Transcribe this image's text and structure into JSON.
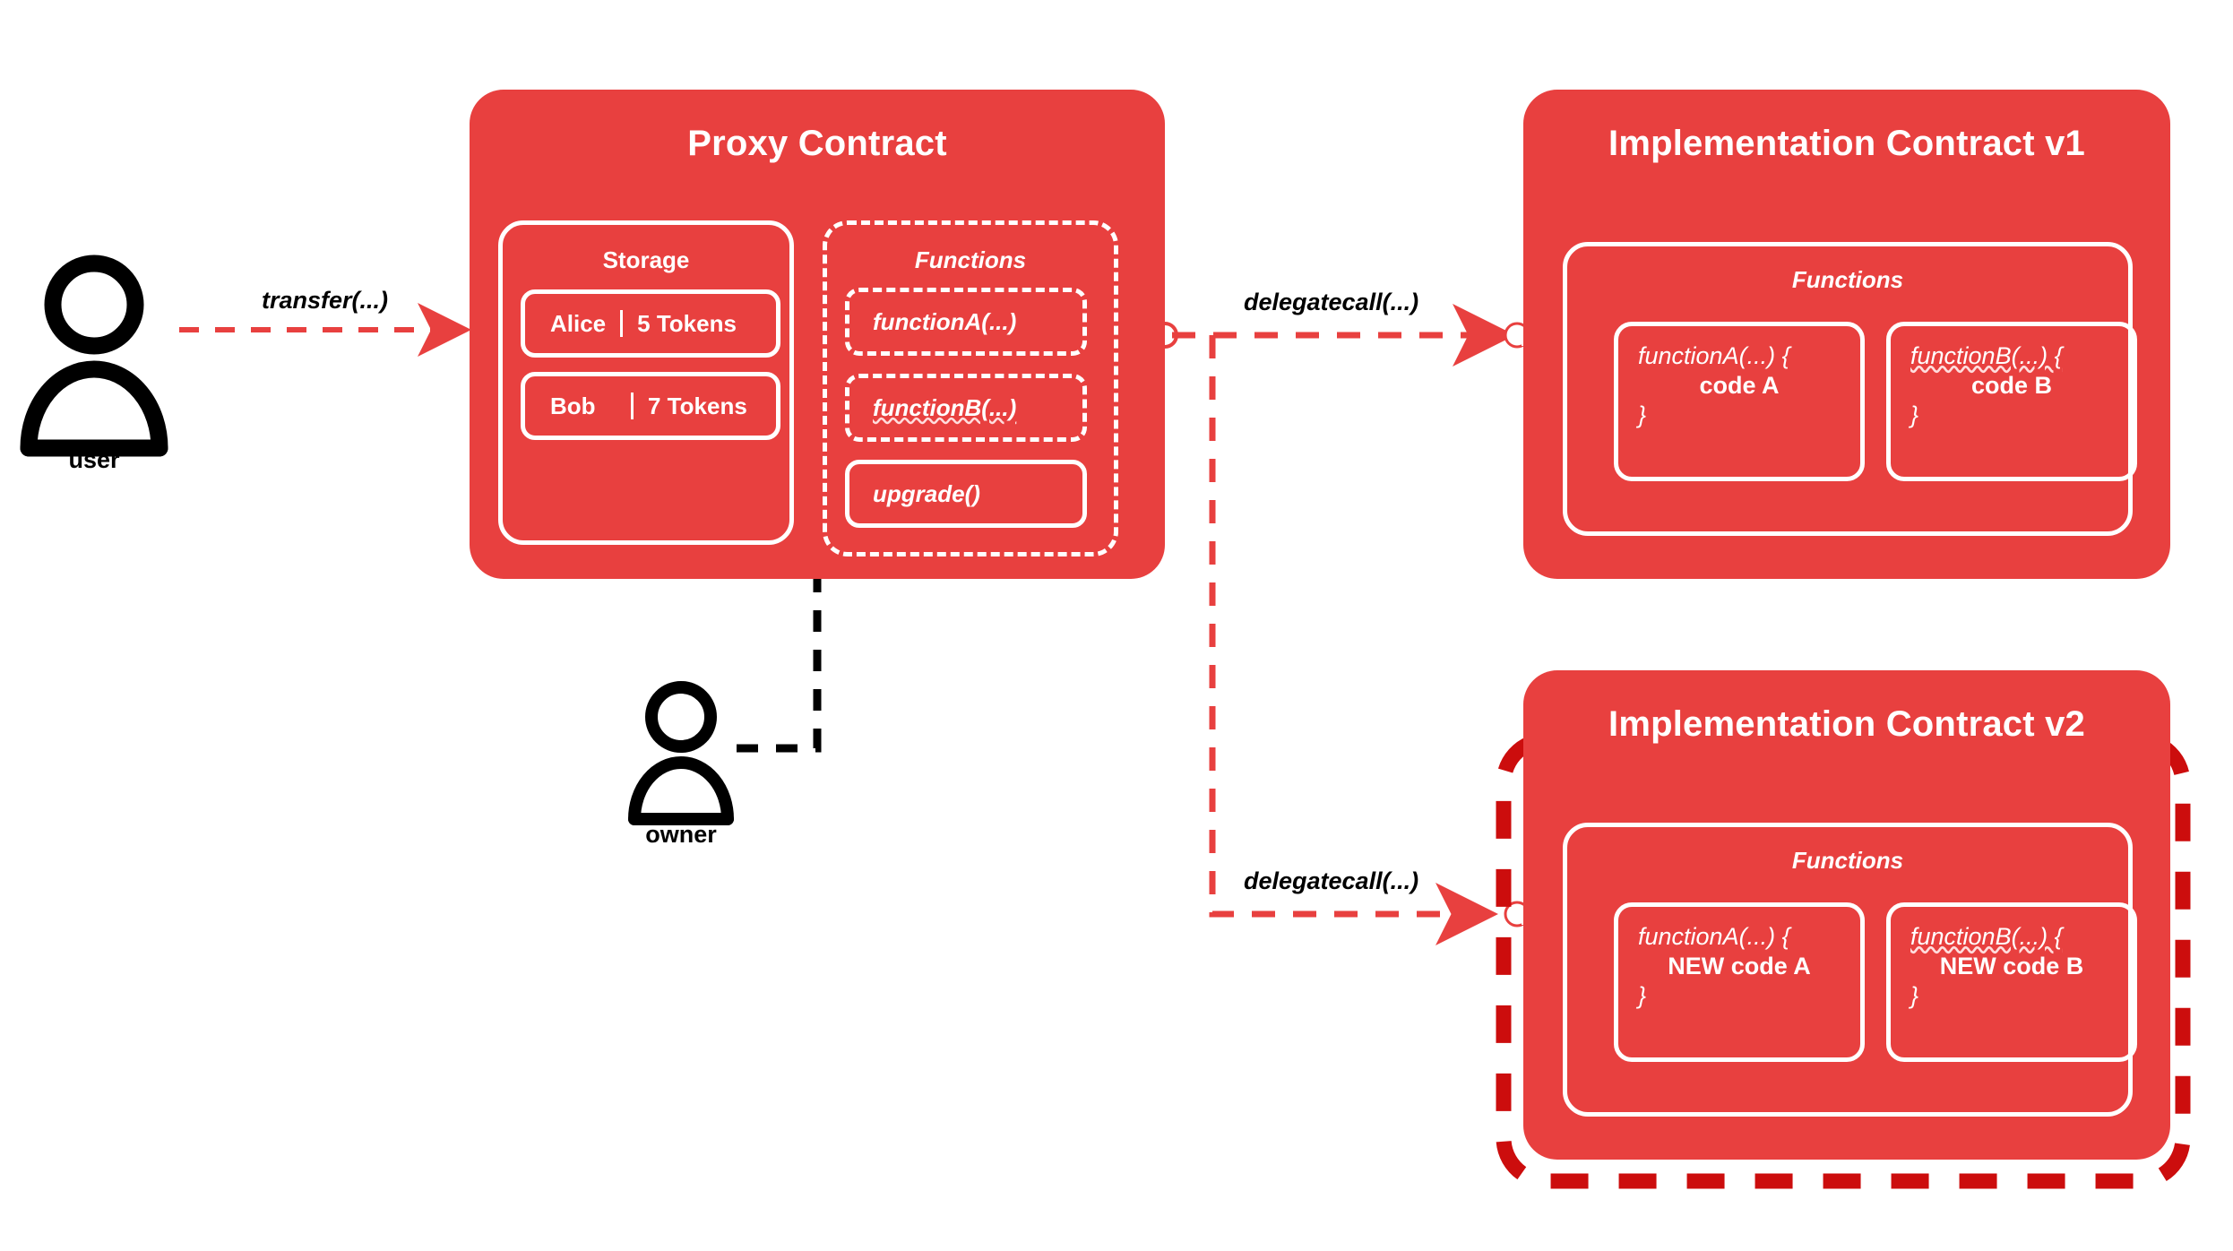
{
  "diagram": {
    "title": "Upgradeable Proxy Contract Pattern",
    "colors": {
      "card_red": "#E8403F",
      "highlight_red": "#CC0D0D",
      "arrow_red": "#E8403F",
      "arrow_black": "#000000",
      "text_white": "#FFFFFF",
      "text_black": "#000000",
      "background": "#FFFFFF"
    }
  },
  "actors": [
    {
      "id": "user",
      "label": "user",
      "icon": "person-icon"
    },
    {
      "id": "owner",
      "label": "owner",
      "icon": "person-icon"
    }
  ],
  "proxy": {
    "title": "Proxy Contract",
    "storage": {
      "title": "Storage",
      "rows": [
        {
          "key": "Alice",
          "value": "5 Tokens"
        },
        {
          "key": "Bob",
          "value": "7 Tokens"
        }
      ]
    },
    "functions": {
      "title": "Functions",
      "items": [
        {
          "label": "functionA(...)",
          "style": "dashed"
        },
        {
          "label": "functionB(...)",
          "style": "dashed",
          "spellcheck": true
        },
        {
          "label": "upgrade()",
          "style": "solid"
        }
      ]
    }
  },
  "implementations": [
    {
      "id": "v1",
      "title": "Implementation Contract v1",
      "highlighted": false,
      "functions": {
        "title": "Functions",
        "items": [
          {
            "signature": "functionA(...) {",
            "body": "code A",
            "close": "}",
            "spellcheck": false
          },
          {
            "signature": "functionB(...) {",
            "body": "code B",
            "close": "}",
            "spellcheck": true
          }
        ]
      }
    },
    {
      "id": "v2",
      "title": "Implementation Contract v2",
      "highlighted": true,
      "functions": {
        "title": "Functions",
        "items": [
          {
            "signature": "functionA(...) {",
            "body": "NEW code A",
            "close": "}",
            "spellcheck": false
          },
          {
            "signature": "functionB(...) {",
            "body": "NEW code B",
            "close": "}",
            "spellcheck": true
          }
        ]
      }
    }
  ],
  "edges": [
    {
      "id": "transfer",
      "label": "transfer(...)",
      "from": "user",
      "to": "proxy",
      "color": "#E8403F",
      "style": "dashed"
    },
    {
      "id": "delegatecall1",
      "label": "delegatecall(...)",
      "from": "proxy",
      "to": "v1",
      "color": "#E8403F",
      "style": "dashed"
    },
    {
      "id": "delegatecall2",
      "label": "delegatecall(...)",
      "from": "proxy",
      "to": "v2",
      "color": "#E8403F",
      "style": "dashed"
    },
    {
      "id": "upgrade",
      "label": "",
      "from": "owner",
      "to": "upgrade()",
      "color": "#000000",
      "style": "dashed"
    }
  ]
}
